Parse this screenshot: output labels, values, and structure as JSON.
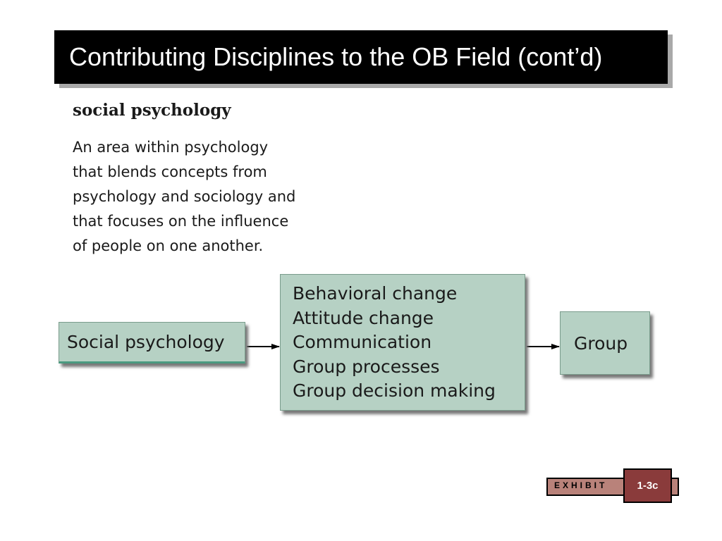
{
  "slide": {
    "title": "Contributing Disciplines to the OB Field (cont’d)"
  },
  "definition": {
    "term": "social psychology",
    "lines": [
      "An area within psychology",
      "that blends concepts from",
      "psychology and sociology and",
      "that focuses on the influence",
      "of people on one another."
    ]
  },
  "diagram": {
    "source": "Social psychology",
    "topics": [
      "Behavioral change",
      "Attitude change",
      "Communication",
      "Group processes",
      "Group decision making"
    ],
    "target": "Group",
    "colors": {
      "box_fill": "#b6d1c4",
      "arrow": "#000000"
    }
  },
  "exhibit": {
    "label": "EXHIBIT",
    "number": "1-3c",
    "colors": {
      "bar": "#b9827a",
      "number_box": "#8a3b3b"
    }
  }
}
